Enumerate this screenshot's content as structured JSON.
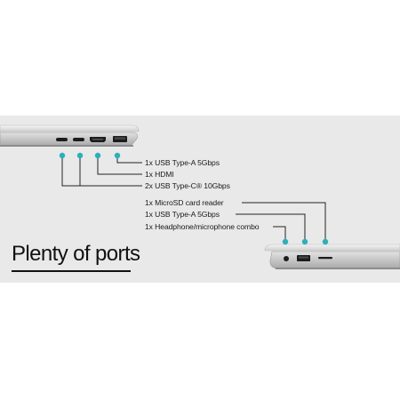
{
  "title": "Plenty of ports",
  "left_ports": [
    "1x USB Type-A 5Gbps",
    "1x HDMI",
    "2x USB Type-C® 10Gbps"
  ],
  "right_ports": [
    "1x MicroSD card reader",
    "1x USB Type-A 5Gbps",
    "1x Headphone/microphone combo"
  ],
  "colors": {
    "background": "#e9e9e9",
    "connector_dot": "#2bb0b9",
    "line": "#222222"
  }
}
